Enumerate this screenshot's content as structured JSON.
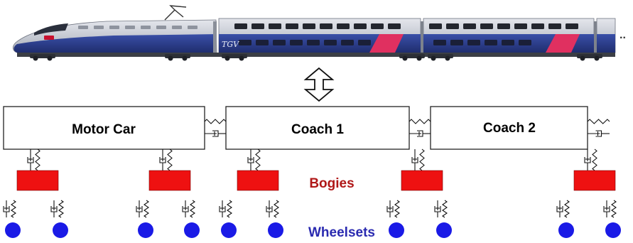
{
  "cars": [
    {
      "label": "Motor Car"
    },
    {
      "label": "Coach 1"
    },
    {
      "label": "Coach 2"
    }
  ],
  "labels": {
    "bogies": "Bogies",
    "wheelsets": "Wheelsets",
    "continuation": ".."
  },
  "train_livery": {
    "logo_text": "TGV"
  },
  "colors": {
    "bogie": "#ee1111",
    "bogies_label": "#b01818",
    "wheelset": "#1a1ae6",
    "wheelsets_label": "#2a2ab0",
    "train_blue": "#2c3f8f",
    "train_silver": "#c9ccd4",
    "train_accent": "#e03060"
  },
  "icons": [
    "double-arrow-icon",
    "spring-icon",
    "damper-icon"
  ]
}
